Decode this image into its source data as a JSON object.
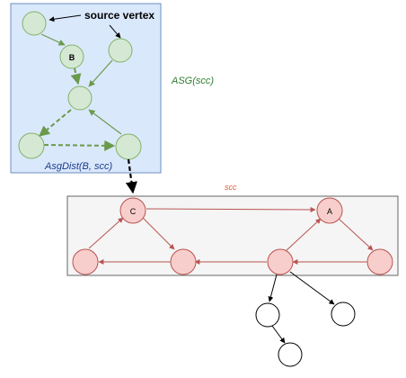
{
  "asg_box": {
    "label": "ASG(scc)",
    "sublabel": "AsgDist(B, scc)",
    "annotation": "source vertex",
    "node_b_label": "B"
  },
  "scc_box": {
    "label": "scc",
    "node_c_label": "C",
    "node_a_label": "A"
  },
  "colors": {
    "asg_fill": "#dae8fc",
    "asg_stroke": "#6c8ebf",
    "green_fill": "#d5e8d4",
    "green_stroke": "#82b366",
    "green_edge": "#6a9a4a",
    "scc_fill": "#f5f5f5",
    "scc_stroke": "#666666",
    "red_fill": "#f8cecc",
    "red_stroke": "#b85450",
    "label_green": "#2d7a2d",
    "label_red": "#e05a3a"
  }
}
